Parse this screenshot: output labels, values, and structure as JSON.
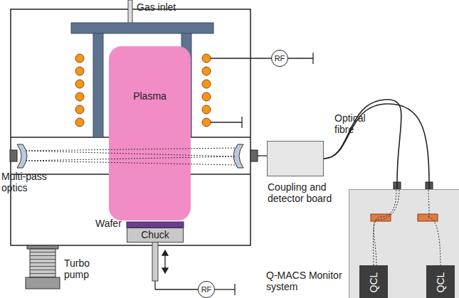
{
  "diagram": {
    "nodes": [
      {
        "text": [
          "Plasma"
        ]
      },
      {
        "text": [
          "RF"
        ]
      },
      {
        "text": [
          "Chuck"
        ]
      },
      {
        "text": [
          "RF"
        ]
      },
      {
        "text": [
          "Coupling and detector board"
        ]
      },
      {
        "text": [
          "Q-MACS Monitor system"
        ]
      },
      {
        "text": [
          "QCL"
        ],
        "in": 5
      },
      {
        "text": [
          "QCL"
        ],
        "in": 5
      }
    ],
    "edges": [
      {
        "from": 4,
        "to": 5,
        "arrow": "none"
      },
      {
        "from": 4,
        "to": 5,
        "arrow": "none"
      }
    ],
    "labels": [
      "Gas inlet",
      "Multi-pass optics",
      "Wafer",
      "Turbo pump",
      "Optical fibre"
    ]
  }
}
